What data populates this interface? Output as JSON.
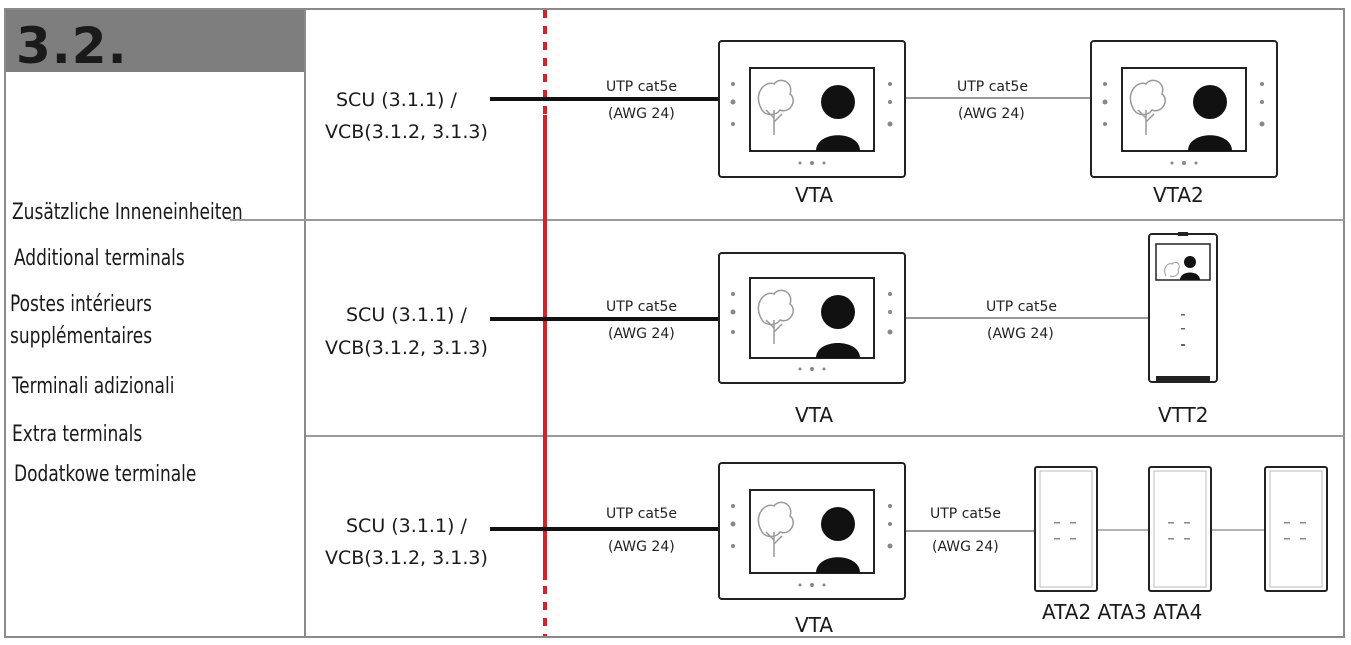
{
  "section_number": "3.2.",
  "left_labels": [
    "Zusätzliche Inneneinheiten",
    "Additional terminals",
    "Postes intérieurs",
    "supplémentaires",
    "Terminali adizionali",
    "Extra terminals",
    "Dodatkowe terminale"
  ],
  "source": {
    "line1": "SCU (3.1.1) /",
    "line2": "VCB(3.1.2, 3.1.3)"
  },
  "cable": {
    "line1": "UTP cat5e",
    "line2": "(AWG 24)"
  },
  "rows": [
    {
      "device_main": "VTA",
      "device_second": "VTA2"
    },
    {
      "device_main": "VTA",
      "device_second": "VTT2"
    },
    {
      "device_main": "VTA",
      "device_second": "ATA2 ATA3 ATA4"
    }
  ],
  "colors": {
    "border": "#8a8a8a",
    "title_bg": "#7e7e7e",
    "boundary_line": "#d1232a",
    "cable_bus": "#111111",
    "cable_thin": "#999999"
  }
}
